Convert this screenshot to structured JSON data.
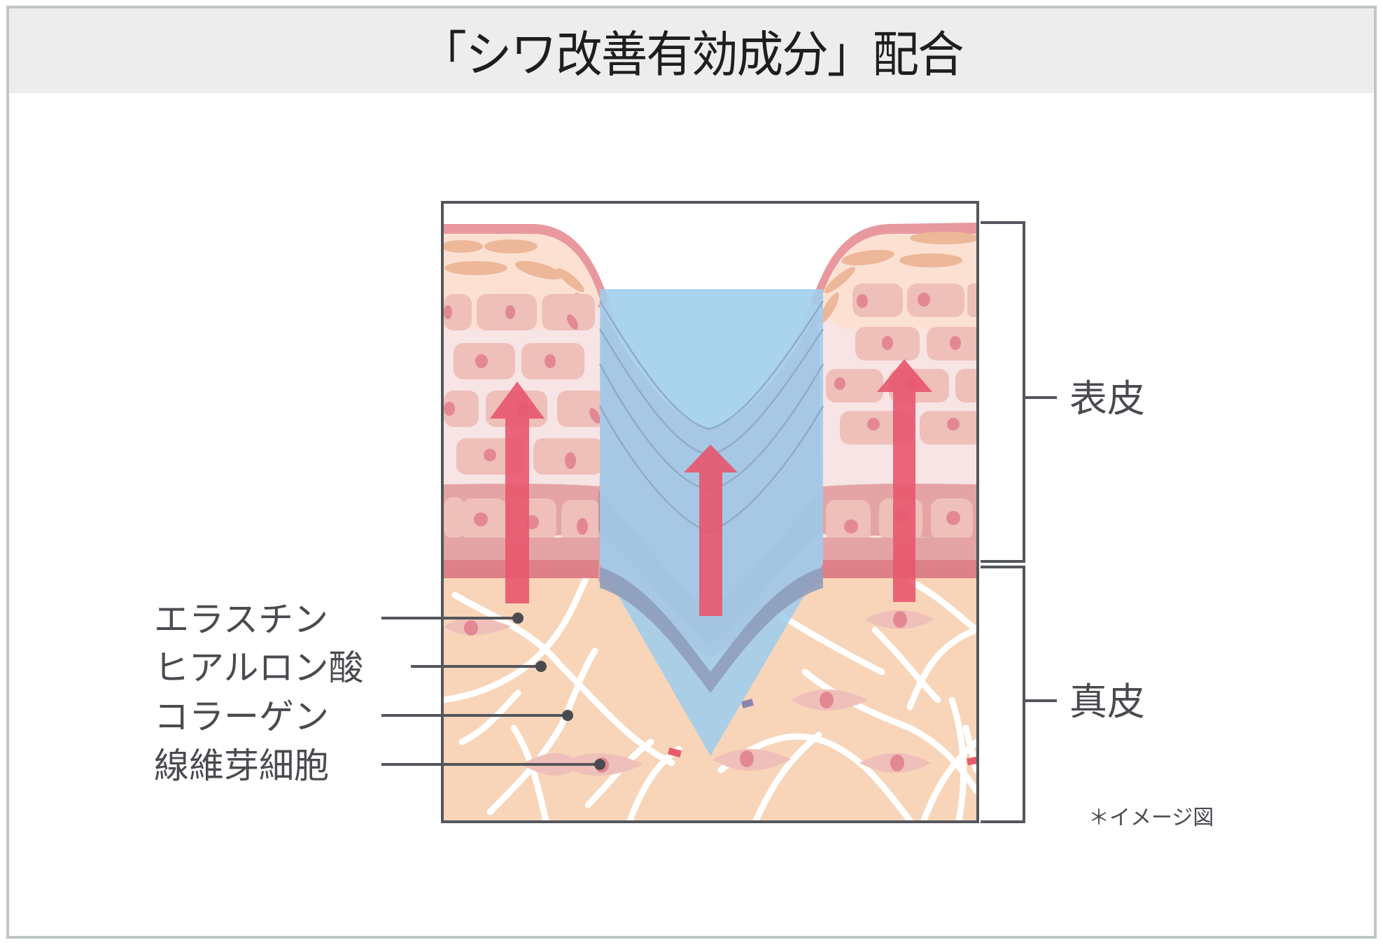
{
  "title": "「シワ改善有効成分」配合",
  "layers": {
    "epidermis": "表皮",
    "dermis": "真皮"
  },
  "components": [
    {
      "label": "エラスチン",
      "icon": "fiber-crosslink"
    },
    {
      "label": "ヒアルロン酸",
      "icon": "matrix"
    },
    {
      "label": "コラーゲン",
      "icon": "collagen-fiber"
    },
    {
      "label": "線維芽細胞",
      "icon": "fibroblast-cell"
    }
  ],
  "footnote": "＊イメージ図",
  "colors": {
    "frame": "#c0c6c8",
    "title_bg": "#ededed",
    "line": "#54565b",
    "skin_top_line": "#e8999f",
    "stratum_corneum": "#fce1d3",
    "corneum_cells": "#edb799",
    "epidermis_bg": "#f7e4e4",
    "epidermis_cells": "#efbfba",
    "nucleus": "#e38892",
    "basal_layer": "#e4a3a4",
    "basal_band": "#de8087",
    "dermis": "#f8d5b8",
    "fibroblast": "#efbfba",
    "arrow": "#e8566e",
    "active_ingredient": "#9ecdea"
  }
}
